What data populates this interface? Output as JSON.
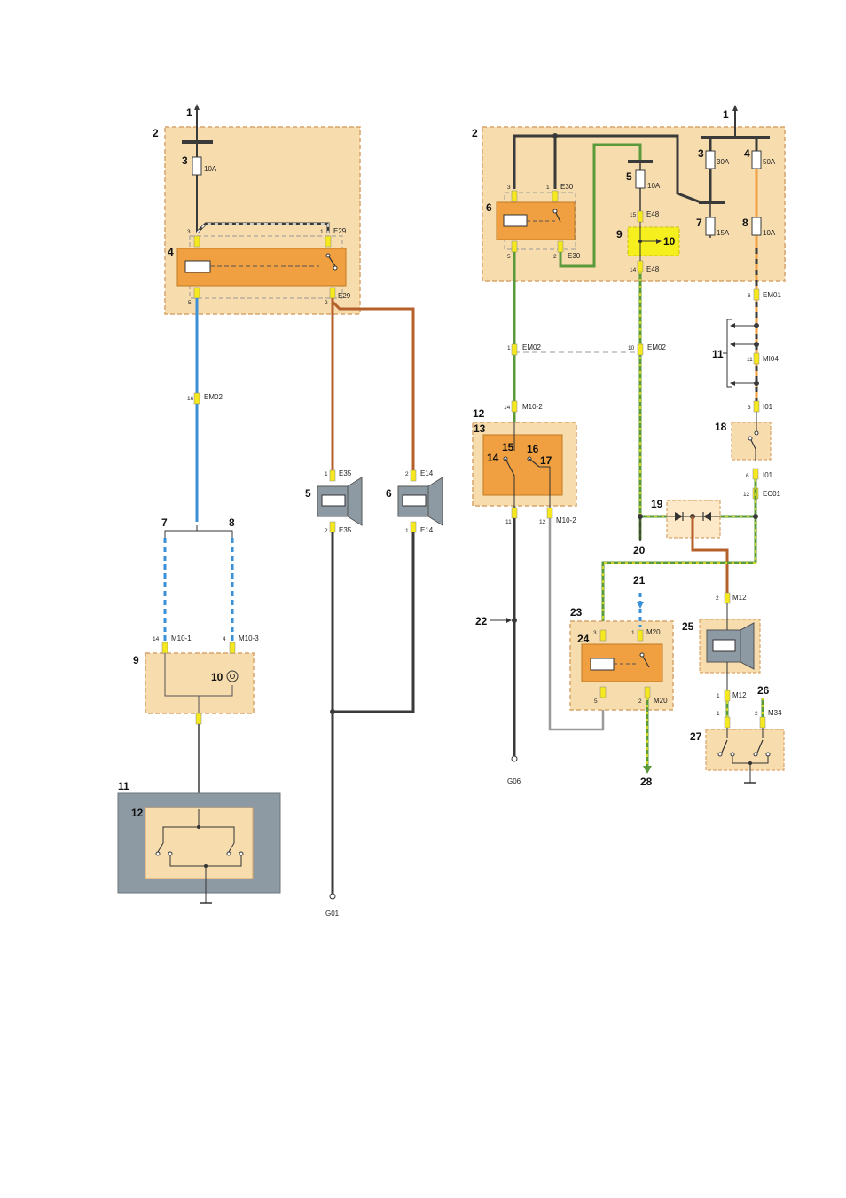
{
  "left_diagram": {
    "refs": {
      "r1": "1",
      "r2": "2",
      "r3": "3",
      "r4": "4",
      "r5": "5",
      "r6": "6",
      "r7": "7",
      "r8": "8",
      "r9": "9",
      "r10": "10",
      "r11": "11",
      "r12": "12"
    },
    "fuse_rating": "10A",
    "pins": {
      "relay_top_left": "3",
      "relay_top_right": "1",
      "relay_bottom_left": "5",
      "relay_bottom_right": "2",
      "em02_pin": "16",
      "e35_top": "1",
      "e35_bottom": "2",
      "e14_top": "2",
      "e14_bottom": "1",
      "m10_1_pin": "14",
      "m10_3_pin": "4"
    },
    "connectors": {
      "e29_top": "E29",
      "e29_bottom": "E29",
      "em02": "EM02",
      "e35_top": "E35",
      "e35_bottom": "E35",
      "e14_top": "E14",
      "e14_bottom": "E14",
      "m10_1": "M10-1",
      "m10_3": "M10-3",
      "ground": "G01"
    }
  },
  "right_diagram": {
    "refs": {
      "r1": "1",
      "r2": "2",
      "r3": "3",
      "r4": "4",
      "r5": "5",
      "r6": "6",
      "r7": "7",
      "r8": "8",
      "r9": "9",
      "r10": "10",
      "r11": "11",
      "r12": "12",
      "r13": "13",
      "r14": "14",
      "r15": "15",
      "r16": "16",
      "r17": "17",
      "r18": "18",
      "r19": "19",
      "r20": "20",
      "r21": "21",
      "r22": "22",
      "r23": "23",
      "r24": "24",
      "r25": "25",
      "r26": "26",
      "r27": "27",
      "r28": "28"
    },
    "fuse_ratings": {
      "f3": "30A",
      "f4": "50A",
      "f5": "10A",
      "f7": "15A",
      "f8": "10A"
    },
    "pins": {
      "e30_3": "3",
      "e30_1": "1",
      "e30_5": "5",
      "e30_2": "2",
      "e48_15": "15",
      "e48_14": "14",
      "em01_6": "6",
      "em02_1": "1",
      "em02_10": "10",
      "mi04_11": "11",
      "m10_2_14": "14",
      "i01_3": "3",
      "i01_6": "6",
      "ec01_12": "12",
      "m10_2_11": "11",
      "m10_2_12": "12",
      "m12_2": "2",
      "m20_3": "3",
      "m20_1": "1",
      "m20_5": "5",
      "m20_2": "2",
      "m12_1": "1",
      "m34_1": "1",
      "m34_2": "2"
    },
    "connectors": {
      "e30_top": "E30",
      "e30_bottom": "E30",
      "e48_top": "E48",
      "e48_bottom": "E48",
      "em01": "EM01",
      "em02_a": "EM02",
      "em02_b": "EM02",
      "mi04": "MI04",
      "m10_2_top": "M10-2",
      "m10_2_bottom": "M10-2",
      "i01_top": "I01",
      "i01_bottom": "I01",
      "ec01": "EC01",
      "m12_top": "M12",
      "m12_bottom": "M12",
      "m20_top": "M20",
      "m20_bottom": "M20",
      "m34": "M34",
      "ground": "G06"
    }
  },
  "colors": {
    "module_fill": "#f7dcae",
    "module_border": "#d9a46a",
    "relay_fill": "#f0a040",
    "diode_box": "#fde9c8",
    "yellow_box": "#f5ef1e",
    "speaker_fill": "#8d9aa3",
    "switch_bg": "#8d9aa3",
    "wire_black": "#3a3a3a",
    "wire_blue": "#3b8fd4",
    "wire_brown": "#b5602a",
    "wire_green": "#5a9a3a",
    "wire_orange": "#f0a040",
    "wire_grey": "#9a9a9a"
  }
}
